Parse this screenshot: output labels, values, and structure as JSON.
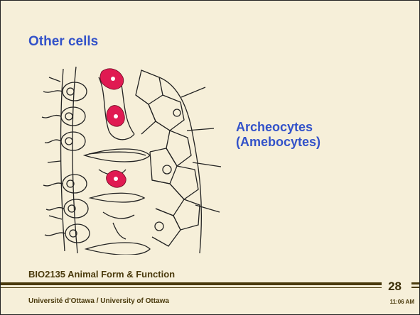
{
  "slide": {
    "title": "Other cells",
    "label_line1": "Archeocytes",
    "label_line2": "(Amebocytes)",
    "course": "BIO2135 Animal Form & Function",
    "page_number": "28",
    "footer": "Université d'Ottawa / University of Ottawa",
    "time": "11:06 AM"
  },
  "figure": {
    "icon": "sponge-cell-diagram",
    "ink_color": "#222222",
    "cell_color": "#e01a52"
  },
  "colors": {
    "background": "#f6efd9",
    "title": "#3352c9",
    "footer": "#4a3a0c"
  }
}
